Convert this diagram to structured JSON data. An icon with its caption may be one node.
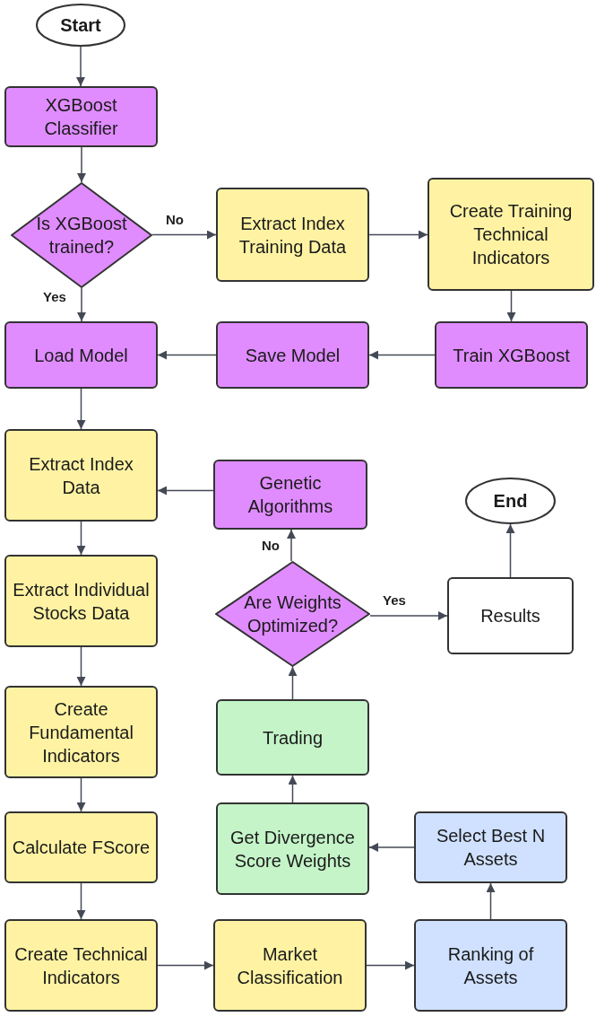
{
  "diagram": {
    "nodes": [
      {
        "text": [
          "Start"
        ]
      },
      {
        "text": [
          "XGBoost Classifier"
        ]
      },
      {
        "text": [
          "Is XGBoost trained?"
        ]
      },
      {
        "text": [
          "Extract Index Training Data"
        ]
      },
      {
        "text": [
          "Create Training Technical Indicators"
        ]
      },
      {
        "text": [
          "Load Model"
        ]
      },
      {
        "text": [
          "Save Model"
        ]
      },
      {
        "text": [
          "Train XGBoost"
        ]
      },
      {
        "text": [
          "Extract Index Data"
        ]
      },
      {
        "text": [
          "Genetic Algorithms"
        ]
      },
      {
        "text": [
          "End"
        ]
      },
      {
        "text": [
          "Are Weights Optimized?"
        ]
      },
      {
        "text": [
          "Results"
        ]
      },
      {
        "text": [
          "Extract Individual Stocks Data"
        ]
      },
      {
        "text": [
          "Trading"
        ]
      },
      {
        "text": [
          "Create Fundamental Indicators"
        ]
      },
      {
        "text": [
          "Get Divergence Score Weights"
        ]
      },
      {
        "text": [
          "Select Best N Assets"
        ]
      },
      {
        "text": [
          "Calculate FScore"
        ]
      },
      {
        "text": [
          "Create Technical Indicators"
        ]
      },
      {
        "text": [
          "Market Classification"
        ]
      },
      {
        "text": [
          "Ranking of Assets"
        ]
      }
    ],
    "edges": [
      {
        "from": 0,
        "to": 1,
        "arrow": "to"
      },
      {
        "from": 1,
        "to": 2,
        "arrow": "to"
      },
      {
        "from": 2,
        "to": 3,
        "arrow": "to",
        "label": "No"
      },
      {
        "from": 3,
        "to": 4,
        "arrow": "to"
      },
      {
        "from": 4,
        "to": 7,
        "arrow": "to"
      },
      {
        "from": 7,
        "to": 6,
        "arrow": "to"
      },
      {
        "from": 6,
        "to": 5,
        "arrow": "to"
      },
      {
        "from": 2,
        "to": 5,
        "arrow": "to",
        "label": "Yes"
      },
      {
        "from": 5,
        "to": 8,
        "arrow": "to"
      },
      {
        "from": 8,
        "to": 13,
        "arrow": "to"
      },
      {
        "from": 13,
        "to": 15,
        "arrow": "to"
      },
      {
        "from": 15,
        "to": 18,
        "arrow": "to"
      },
      {
        "from": 18,
        "to": 19,
        "arrow": "to"
      },
      {
        "from": 19,
        "to": 20,
        "arrow": "to"
      },
      {
        "from": 20,
        "to": 21,
        "arrow": "to"
      },
      {
        "from": 21,
        "to": 17,
        "arrow": "to"
      },
      {
        "from": 17,
        "to": 16,
        "arrow": "to"
      },
      {
        "from": 16,
        "to": 14,
        "arrow": "to"
      },
      {
        "from": 14,
        "to": 11,
        "arrow": "to"
      },
      {
        "from": 11,
        "to": 9,
        "arrow": "to",
        "label": "No"
      },
      {
        "from": 9,
        "to": 8,
        "arrow": "to"
      },
      {
        "from": 11,
        "to": 12,
        "arrow": "to",
        "label": "Yes"
      },
      {
        "from": 12,
        "to": 10,
        "arrow": "to"
      }
    ]
  }
}
